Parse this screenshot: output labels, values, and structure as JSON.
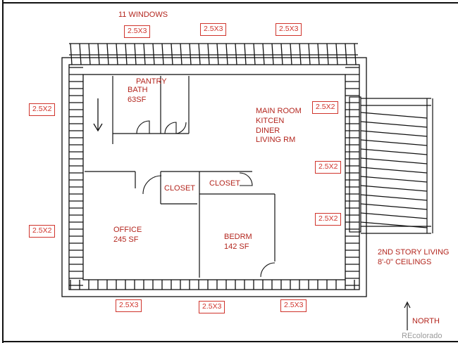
{
  "title": "11 WINDOWS",
  "windows": [
    "2.5X3",
    "2.5X3",
    "2.5X3",
    "2.5X2",
    "2.5X2",
    "2.5X2",
    "2.5X2",
    "2.5X2",
    "2.5X3",
    "2.5X3",
    "2.5X3"
  ],
  "rooms": {
    "pantry": "PANTRY",
    "bath": "BATH\n63SF",
    "main": "MAIN ROOM\nKITCEN\nDINER\nLIVING RM",
    "closet_1": "CLOSET",
    "closet_2": "CLOSET",
    "office": "OFFICE\n245 SF",
    "bedroom": "BEDRM\n142 SF"
  },
  "note": "2ND STORY LIVING\n8'-0\" CEILINGS",
  "north_label": "NORTH",
  "watermark": "REcolorado"
}
